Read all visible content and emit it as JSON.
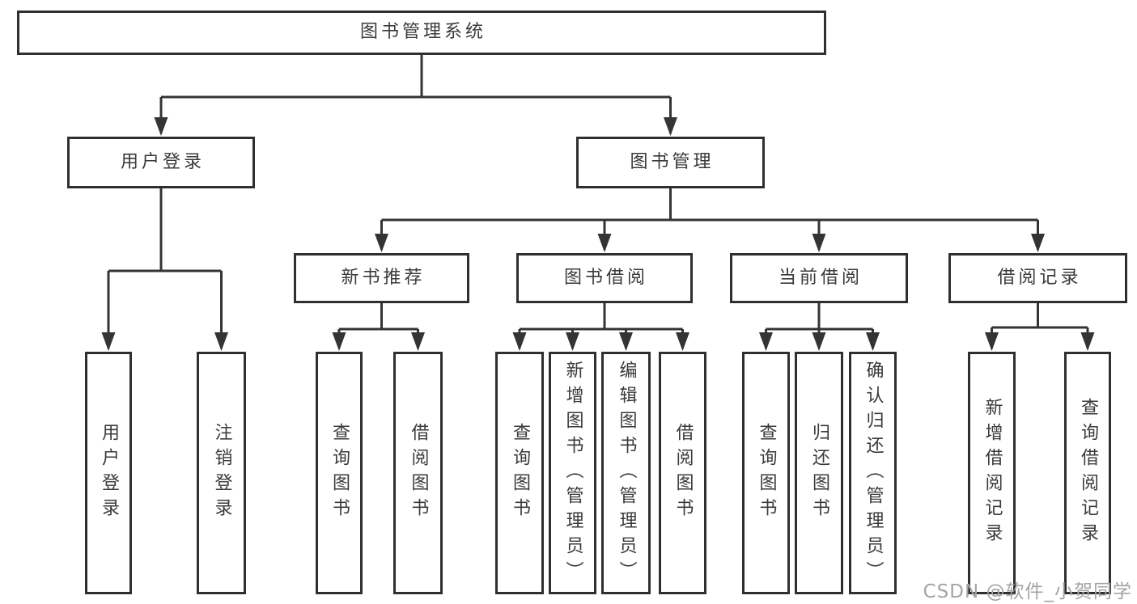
{
  "diagram": {
    "title": "图书管理系统",
    "nodes": [
      {
        "id": "root",
        "label": "图书管理系统"
      },
      {
        "id": "user-login",
        "label": "用户登录"
      },
      {
        "id": "book-mgmt",
        "label": "图书管理"
      },
      {
        "id": "new-book-rec",
        "label": "新书推荐"
      },
      {
        "id": "book-borrow",
        "label": "图书借阅"
      },
      {
        "id": "current-borrow",
        "label": "当前借阅"
      },
      {
        "id": "borrow-records",
        "label": "借阅记录"
      },
      {
        "id": "leaf-user-login",
        "label": "用户登录"
      },
      {
        "id": "leaf-logout",
        "label": "注销登录"
      },
      {
        "id": "leaf-query-book-1",
        "label": "查询图书"
      },
      {
        "id": "leaf-borrow-book-1",
        "label": "借阅图书"
      },
      {
        "id": "leaf-query-book-2",
        "label": "查询图书"
      },
      {
        "id": "leaf-add-book",
        "label": "新增图书（管理员）"
      },
      {
        "id": "leaf-edit-book",
        "label": "编辑图书（管理员）"
      },
      {
        "id": "leaf-borrow-book-2",
        "label": "借阅图书"
      },
      {
        "id": "leaf-query-book-3",
        "label": "查询图书"
      },
      {
        "id": "leaf-return-book",
        "label": "归还图书"
      },
      {
        "id": "leaf-confirm-return",
        "label": "确认归还（管理员）"
      },
      {
        "id": "leaf-add-borrow-record",
        "label": "新增借阅记录"
      },
      {
        "id": "leaf-query-borrow-record",
        "label": "查询借阅记录"
      }
    ],
    "line_color": "#343434",
    "border_color": "#2f2f2f",
    "text_color": "#3a3a3a"
  },
  "watermark": {
    "text": "CSDN @软件_小贺同学"
  }
}
